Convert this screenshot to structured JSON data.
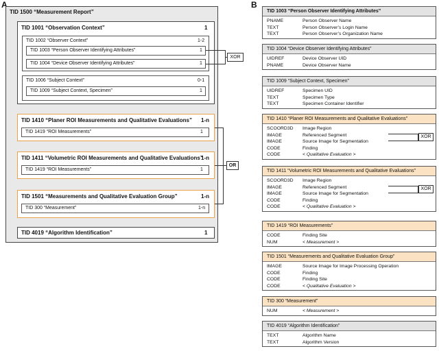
{
  "panels": {
    "a": "A",
    "b": "B"
  },
  "panel_a": {
    "outer_title": "TID 1500 “Measurement Report”",
    "observation_context": {
      "title": "TID 1001 “Observation Context”",
      "card": "1",
      "observer": {
        "title": "TID 1002 “Observer Context”",
        "card": "1-2",
        "items": [
          {
            "label": "TID 1003 “Person Observer Identifying Attributes”",
            "card": "1"
          },
          {
            "label": "TID 1004 “Device Observer Identifying Attributes”",
            "card": "1"
          }
        ]
      },
      "subject": {
        "title": "TID 1006 “Subject Context”",
        "card": "0-1",
        "items": [
          {
            "label": "TID 1009 “Subject Context, Specimen”",
            "card": "1"
          }
        ]
      },
      "xor": "XOR"
    },
    "groups": [
      {
        "title": "TID 1410 “Planer ROI Measurements and Qualitative Evaluations”",
        "card": "1-n",
        "child": {
          "label": "TID 1419 “ROI Measurements”",
          "card": "1"
        }
      },
      {
        "title": "TID 1411 “Volumetric ROI Measurements and Qualitative Evaluations”",
        "card": "1-n",
        "child": {
          "label": "TID 1419 “ROI Measurements”",
          "card": "1"
        }
      },
      {
        "title": "TID 1501 “Measurements and Qualitative Evaluation Group”",
        "card": "1-n",
        "child": {
          "label": "TID 300 “Measurement”",
          "card": "1-n"
        }
      }
    ],
    "or": "OR",
    "algorithm": {
      "title": "TID 4019 “Algorithm Identification”",
      "card": "1"
    }
  },
  "panel_b": {
    "blocks": [
      {
        "style": "gray",
        "bold": true,
        "title": "TID 1003 “Person Observer Identifying Attributes”",
        "rows": [
          [
            "PNAME",
            "Person Observer Name",
            false
          ],
          [
            "TEXT",
            "Person Observer’s Login Name",
            false
          ],
          [
            "TEXT",
            "Person Observer’s Organization Name",
            false
          ]
        ]
      },
      {
        "style": "gray",
        "bold": false,
        "title": "TID 1004 “Device Observer Identifying Attributes”",
        "rows": [
          [
            "UIDREF",
            "Device Observer UID",
            false
          ],
          [
            "PNAME",
            "Device Observer Name",
            false
          ]
        ]
      },
      {
        "style": "gray",
        "bold": false,
        "title": "TID 1009 “Subject Context, Specimen”",
        "rows": [
          [
            "UIDREF",
            "Specimen UID",
            false
          ],
          [
            "TEXT",
            "Specimen Type",
            false
          ],
          [
            "TEXT",
            "Specimen Container Identifier",
            false
          ]
        ]
      },
      {
        "style": "orange",
        "bold": false,
        "title": "TID 1410 “Planer ROI Measurements and Qualitative Evaluations”",
        "rows": [
          [
            "SCOORD3D",
            "Image Region",
            false
          ],
          [
            "IMAGE",
            "Referenced Segment",
            false
          ],
          [
            "IMAGE",
            "Source Image for Segmentation",
            false
          ],
          [
            "CODE",
            "Finding",
            false
          ],
          [
            "CODE",
            "< Qualitative Evaluation >",
            true
          ]
        ]
      },
      {
        "style": "orange",
        "bold": false,
        "title": "TID 1411 “Volumetric ROI Measurements and Qualitative Evaluations”",
        "rows": [
          [
            "SCOORD3D",
            "Image Region",
            false
          ],
          [
            "IMAGE",
            "Referenced Segment",
            false
          ],
          [
            "IMAGE",
            "Source Image for Segmentation",
            false
          ],
          [
            "CODE",
            "Finding",
            false
          ],
          [
            "CODE",
            "< Qualitative Evaluation >",
            true
          ]
        ]
      },
      {
        "style": "orange",
        "bold": false,
        "title": "TID 1419 “ROI Measurements”",
        "rows": [
          [
            "CODE",
            "Finding Site",
            false
          ],
          [
            "NUM",
            "< Measurement >",
            true
          ]
        ]
      },
      {
        "style": "orange",
        "bold": false,
        "title": "TID 1501 “Measurements and Qualitative Evaluation Group”",
        "rows": [
          [
            "IMAGE",
            "Source Image for Image Processing Operation",
            false
          ],
          [
            "CODE",
            "Finding",
            false
          ],
          [
            "CODE",
            "Finding Site",
            false
          ],
          [
            "CODE",
            "< Qualitative Evaluation >",
            true
          ]
        ]
      },
      {
        "style": "orange",
        "bold": false,
        "title": "TID 300 “Measurement”",
        "rows": [
          [
            "NUM",
            "< Measurement >",
            true
          ]
        ]
      },
      {
        "style": "gray",
        "bold": false,
        "title": "TID 4019 “Algorithm Identification”",
        "rows": [
          [
            "TEXT",
            "Algorithm Name",
            false
          ],
          [
            "TEXT",
            "Algorithm Version",
            false
          ]
        ]
      }
    ],
    "xor": "XOR"
  }
}
